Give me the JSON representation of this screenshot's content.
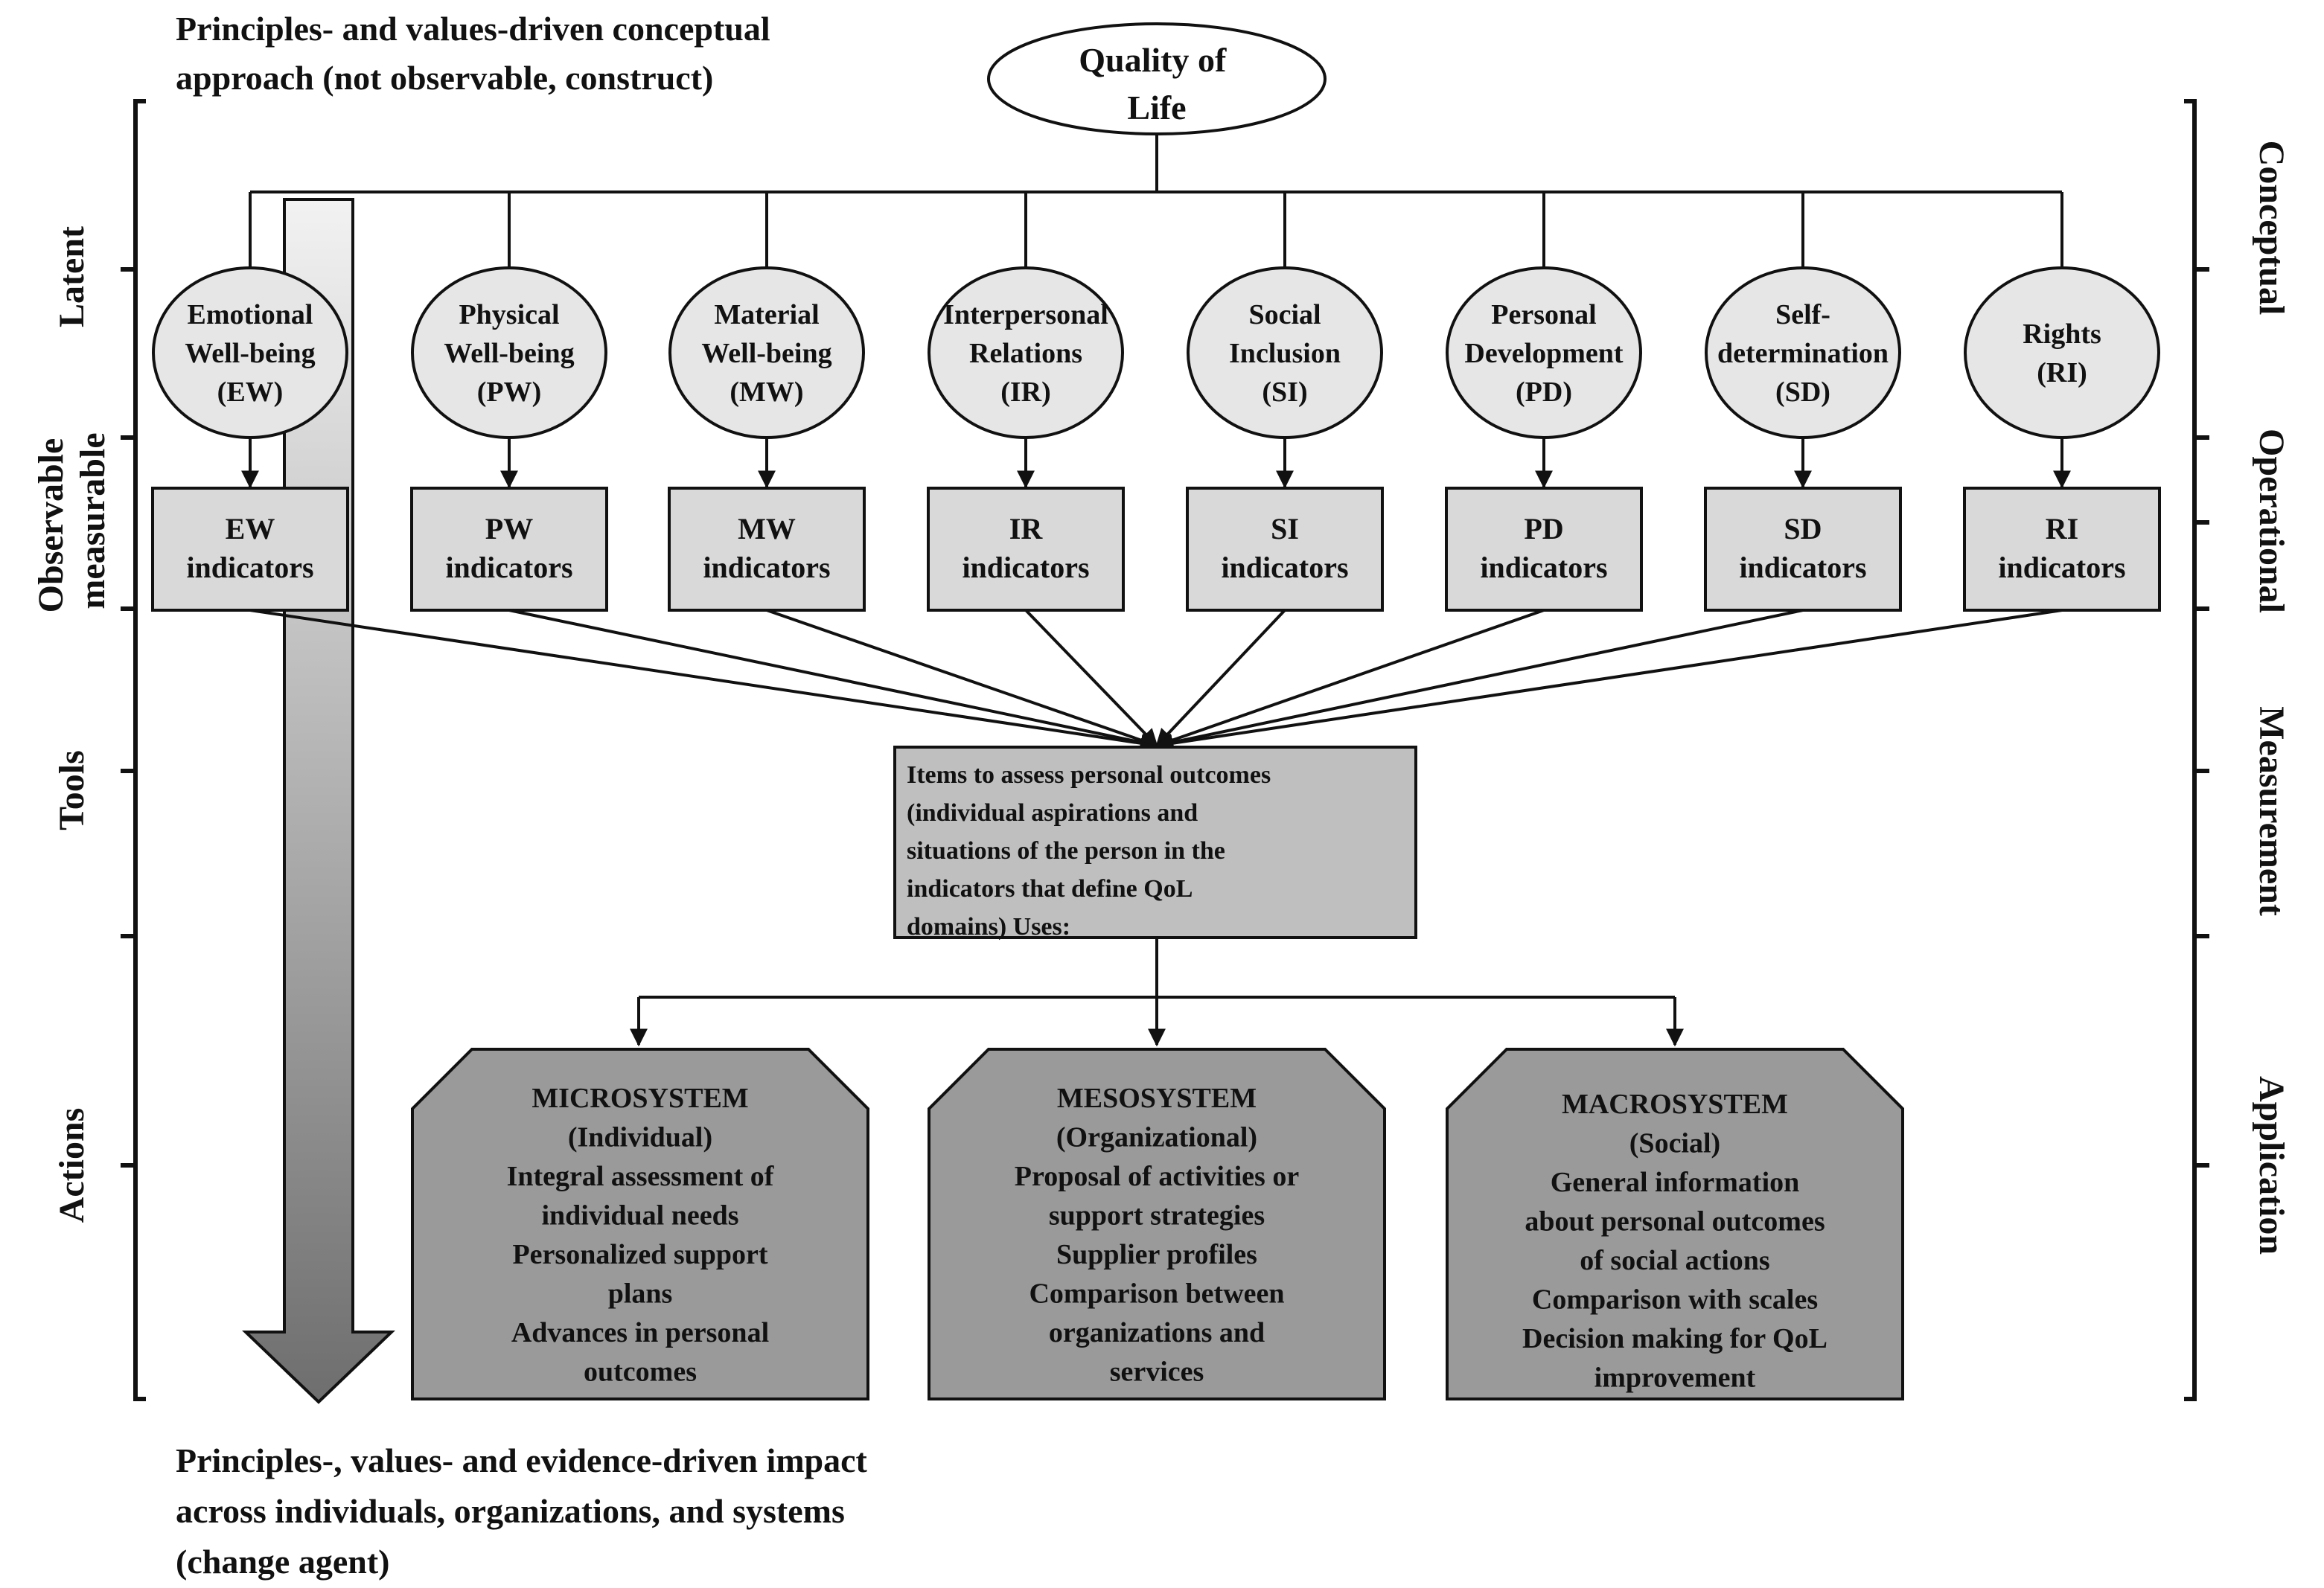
{
  "top_note": [
    "Principles- and values-driven conceptual",
    "approach (not observable, construct)"
  ],
  "root": [
    "Quality of",
    "Life"
  ],
  "left_levels": [
    {
      "label": "Latent"
    },
    {
      "label": "Observable measurable"
    },
    {
      "label": "Tools"
    },
    {
      "label": "Actions"
    }
  ],
  "right_levels": [
    {
      "label": "Conceptual"
    },
    {
      "label": "Operational"
    },
    {
      "label": "Measurement"
    },
    {
      "label": "Application"
    }
  ],
  "domains": [
    {
      "lines": [
        "Emotional",
        "Well-being",
        "(EW)"
      ],
      "indicator": [
        "EW",
        "indicators"
      ]
    },
    {
      "lines": [
        "Physical",
        "Well-being",
        "(PW)"
      ],
      "indicator": [
        "PW",
        "indicators"
      ]
    },
    {
      "lines": [
        "Material",
        "Well-being",
        "(MW)"
      ],
      "indicator": [
        "MW",
        "indicators"
      ]
    },
    {
      "lines": [
        "Interpersonal",
        "Relations",
        "(IR)"
      ],
      "indicator": [
        "IR",
        "indicators"
      ]
    },
    {
      "lines": [
        "Social",
        "Inclusion",
        "(SI)"
      ],
      "indicator": [
        "SI",
        "indicators"
      ]
    },
    {
      "lines": [
        "Personal",
        "Development",
        "(PD)"
      ],
      "indicator": [
        "PD",
        "indicators"
      ]
    },
    {
      "lines": [
        "Self-",
        "determination",
        "(SD)"
      ],
      "indicator": [
        "SD",
        "indicators"
      ]
    },
    {
      "lines": [
        "Rights",
        "(RI)"
      ],
      "indicator": [
        "RI",
        "indicators"
      ]
    }
  ],
  "items_box": [
    "Items to assess personal outcomes",
    "(individual aspirations and",
    "situations of the person in the",
    "indicators that define QoL",
    "domains) Uses:"
  ],
  "systems": [
    {
      "lines": [
        "MICROSYSTEM",
        "(Individual)",
        "Integral assessment of",
        "individual needs",
        "Personalized support",
        "plans",
        "Advances in personal",
        "outcomes"
      ]
    },
    {
      "lines": [
        "MESOSYSTEM",
        "(Organizational)",
        "Proposal of activities or",
        "support strategies",
        "Supplier profiles",
        "Comparison between",
        "organizations and",
        "services"
      ]
    },
    {
      "lines": [
        "MACROSYSTEM",
        "(Social)",
        "General information",
        "about personal outcomes",
        "of social actions",
        "Comparison with scales",
        "Decision making for QoL",
        "improvement"
      ]
    }
  ],
  "bottom_note": [
    "Principles-, values- and evidence-driven impact",
    "across individuals, organizations, and systems",
    "(change agent)"
  ],
  "colors": {
    "node_fill": "#e6e6e6",
    "indicator_fill": "#d9d9d9",
    "items_fill": "#bfbfbf",
    "system_fill": "#9a9a9a",
    "arrow_top": "#f2f2f2",
    "arrow_bottom": "#6e6e6e",
    "line": "#111111"
  }
}
